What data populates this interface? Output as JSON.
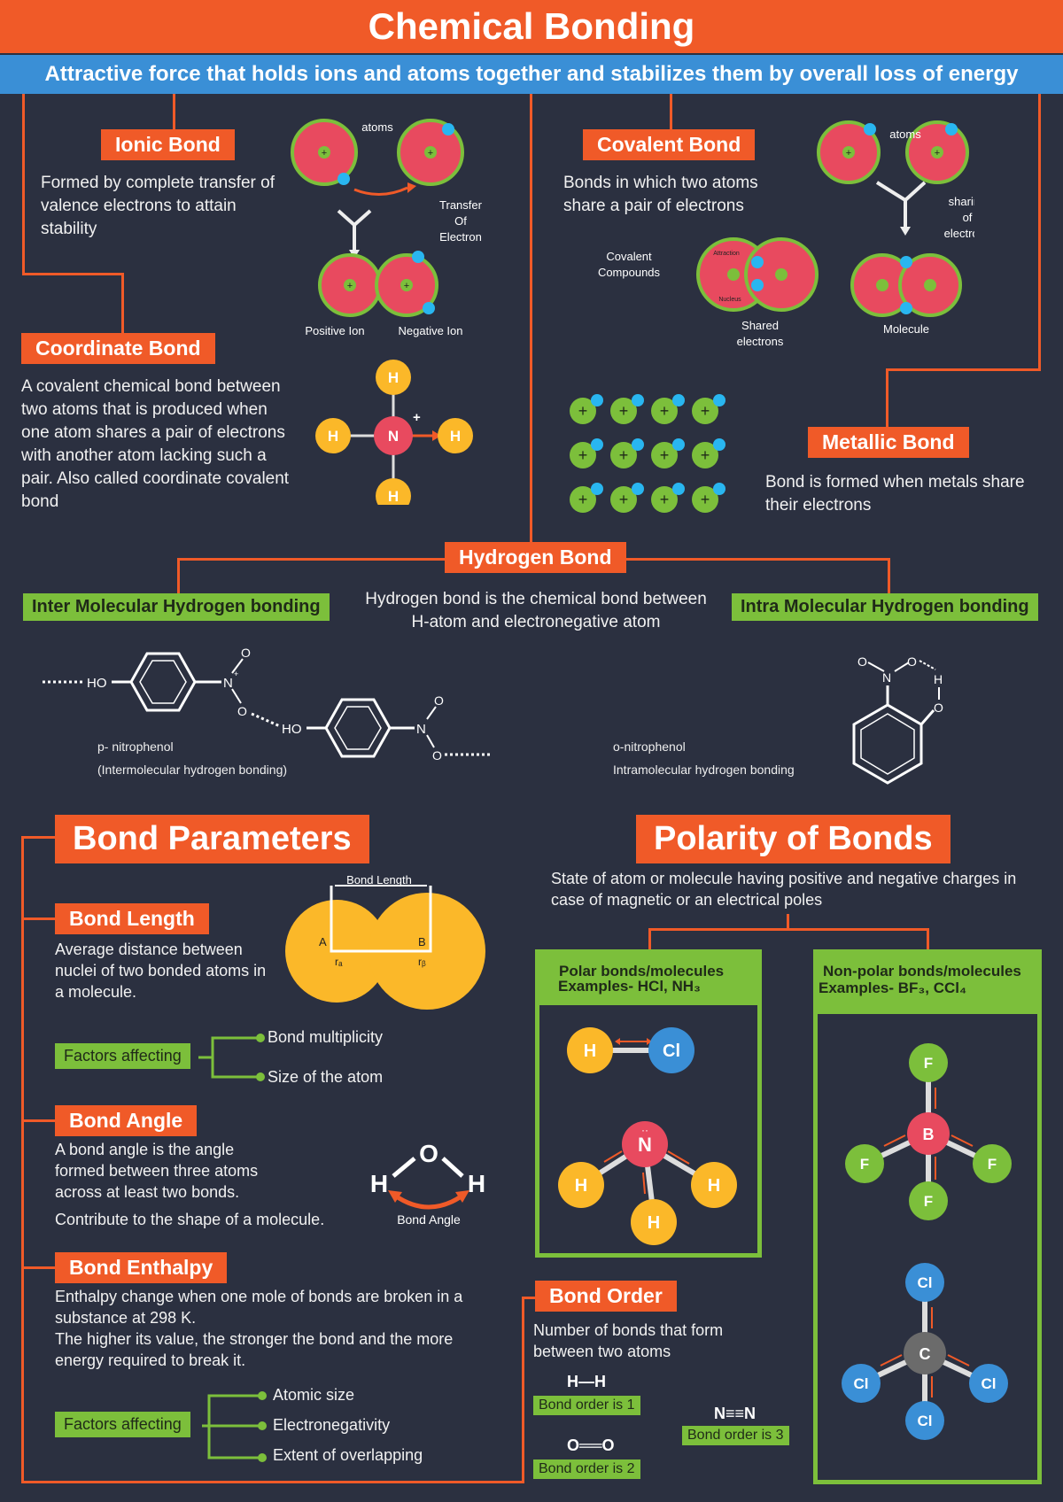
{
  "title": "Chemical Bonding",
  "subtitle": "Attractive force that holds ions and atoms together and stabilizes them by overall loss of energy",
  "ionic": {
    "heading": "Ionic Bond",
    "text": "Formed by complete transfer of valence electrons to attain stability",
    "atoms_label": "atoms",
    "transfer_label": "Transfer Of Electron",
    "positive_ion": "Positive Ion",
    "negative_ion": "Negative Ion"
  },
  "covalent": {
    "heading": "Covalent Bond",
    "text": "Bonds in which two atoms share a pair of electrons",
    "atoms_label": "atoms",
    "sharing_label": "sharing of electrons",
    "compounds_label": "Covalent Compounds",
    "attraction_label": "Attraction",
    "nucleus_label": "Nucleus",
    "shared_label": "Shared electrons",
    "molecule_label": "Molecule"
  },
  "coordinate": {
    "heading": "Coordinate Bond",
    "text": "A covalent chemical bond between two atoms that is produced when one atom shares a pair of electrons with another atom lacking such a pair. Also called coordinate covalent bond"
  },
  "metallic": {
    "heading": "Metallic Bond",
    "text": "Bond is formed when metals share their electrons"
  },
  "hydrogen": {
    "heading": "Hydrogen Bond",
    "text": "Hydrogen bond is the chemical bond between H-atom and electronegative atom",
    "inter_label": "Inter Molecular Hydrogen bonding",
    "intra_label": "Intra Molecular Hydrogen bonding",
    "para_name": "p- nitrophenol",
    "para_caption": "(Intermolecular hydrogen bonding)",
    "ortho_name": "o-nitrophenol",
    "ortho_caption": "Intramolecular hydrogen bonding"
  },
  "bond_parameters": {
    "heading": "Bond Parameters",
    "length": {
      "heading": "Bond Length",
      "text": "Average distance between nuclei of two bonded atoms in a molecule.",
      "diagram_label": "Bond Length",
      "factors_label": "Factors affecting",
      "factors": [
        "Bond multiplicity",
        "Size of the atom"
      ]
    },
    "angle": {
      "heading": "Bond Angle",
      "text": "A bond angle is the angle formed between three atoms across at least two bonds.",
      "text2": "Contribute to the shape of a molecule.",
      "diagram_label": "Bond Angle"
    },
    "enthalpy": {
      "heading": "Bond Enthalpy",
      "text": "Enthalpy change when one mole of bonds are broken in a substance at 298 K.",
      "text2": "The higher its value, the stronger the bond and the more energy required to break it.",
      "factors_label": "Factors affecting",
      "factors": [
        "Atomic size",
        "Electronegativity",
        "Extent of overlapping"
      ]
    }
  },
  "polarity": {
    "heading": "Polarity of Bonds",
    "text": "State of atom or molecule having positive and negative charges in case of magnetic or an electrical poles",
    "polar_title": "Polar bonds/molecules",
    "polar_examples": "Examples- HCl, NH₃",
    "nonpolar_title": "Non-polar bonds/molecules",
    "nonpolar_examples": "Examples- BF₃, CCl₄"
  },
  "bond_order": {
    "heading": "Bond Order",
    "text": "Number of bonds that form between two atoms",
    "items": [
      {
        "formula": "H—H",
        "label": "Bond order is 1"
      },
      {
        "formula": "O══O",
        "label": "Bond order is 2"
      },
      {
        "formula": "N≡≡N",
        "label": "Bond order is 3"
      }
    ]
  },
  "colors": {
    "orange": "#f05a28",
    "blue": "#3a8fd6",
    "green": "#7cbf3b",
    "background": "#2b3040",
    "atom_red": "#e84a5f",
    "yellow": "#fbb829",
    "cyan": "#29b6f0"
  }
}
